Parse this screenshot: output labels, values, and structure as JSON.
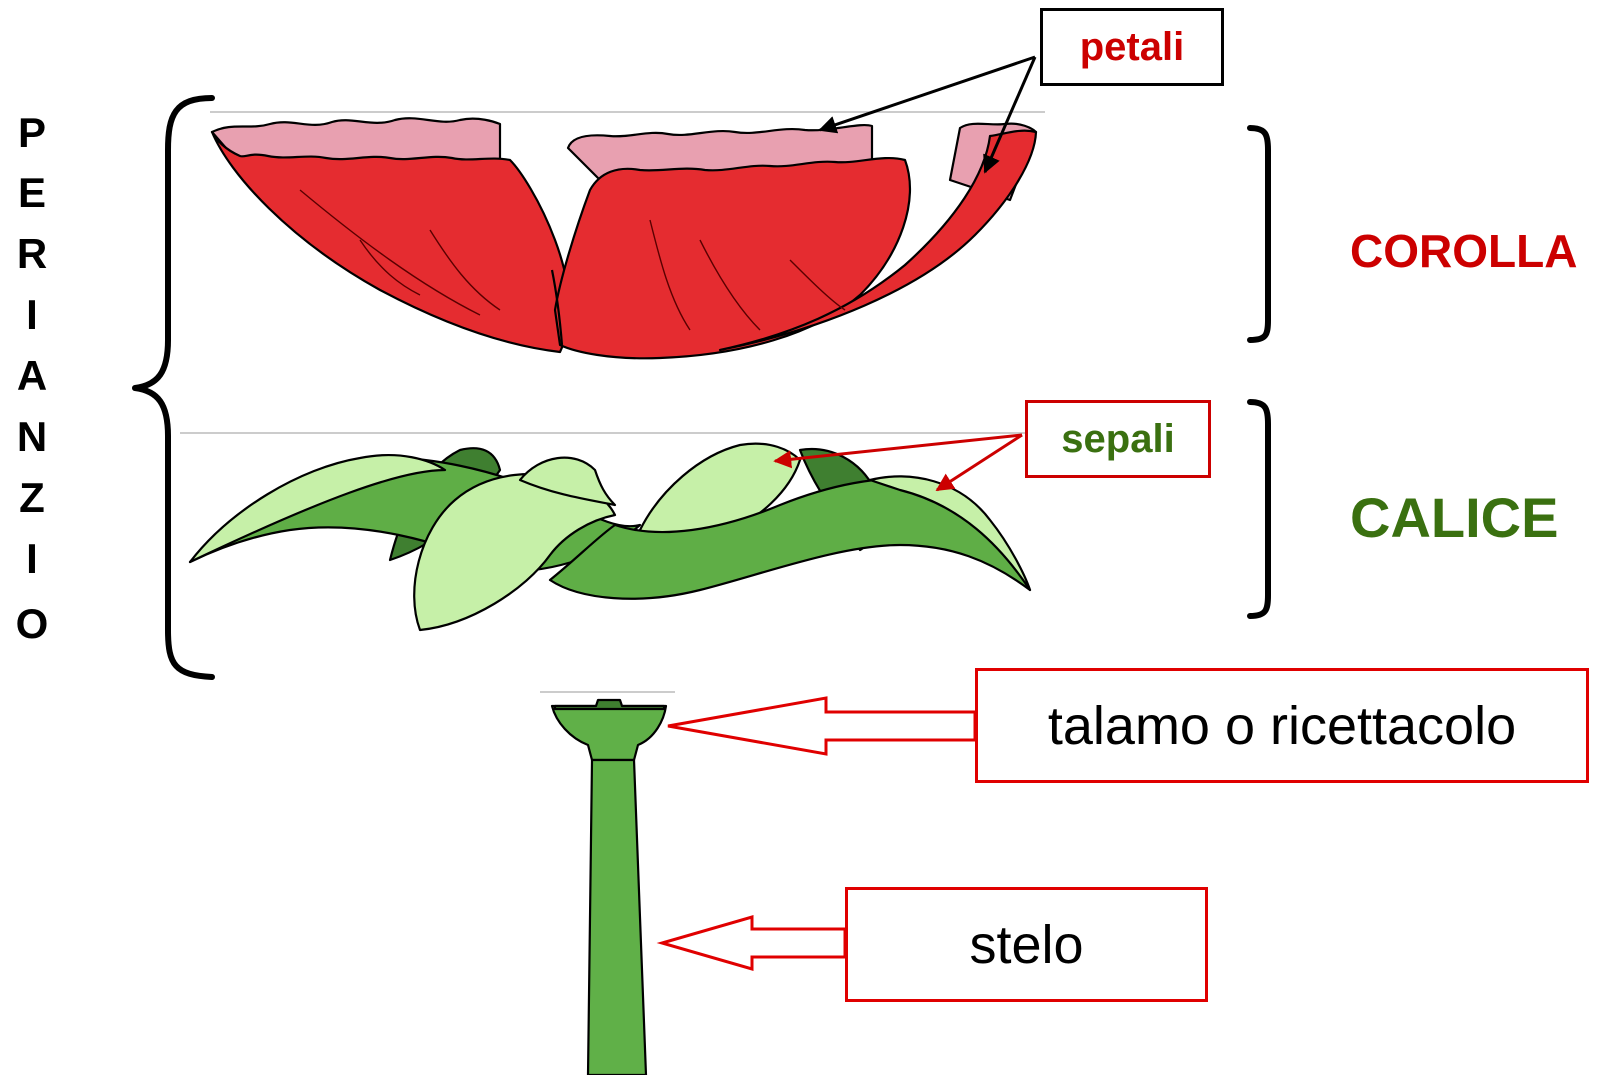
{
  "perianth_label": [
    "P",
    "E",
    "R",
    "I",
    "A",
    "N",
    "Z",
    "I",
    "O"
  ],
  "labels": {
    "corolla": "COROLLA",
    "calyx": "CALICE",
    "petals": "petali",
    "sepals": "sepali",
    "receptacle": "talamo o ricettacolo",
    "stem": "stelo"
  },
  "colors": {
    "corolla_label": "#cc0000",
    "calyx_label": "#3a7010",
    "petal_red": "#e52c30",
    "petal_pink": "#e8a0b0",
    "sepal_dark": "#5fae46",
    "sepal_light": "#c6f0a8",
    "stem_green": "#60b048",
    "box_red": "#e00000"
  }
}
